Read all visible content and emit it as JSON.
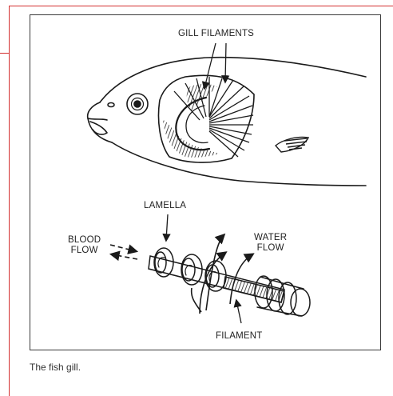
{
  "diagram": {
    "labels": {
      "gill_filaments": "GILL FILAMENTS",
      "lamella": "LAMELLA",
      "blood_flow": "BLOOD\nFLOW",
      "water_flow": "WATER\nFLOW",
      "filament": "FILAMENT"
    }
  },
  "caption": "The fish gill.",
  "colors": {
    "frame_accent": "#d32f2f",
    "ink": "#222222"
  }
}
